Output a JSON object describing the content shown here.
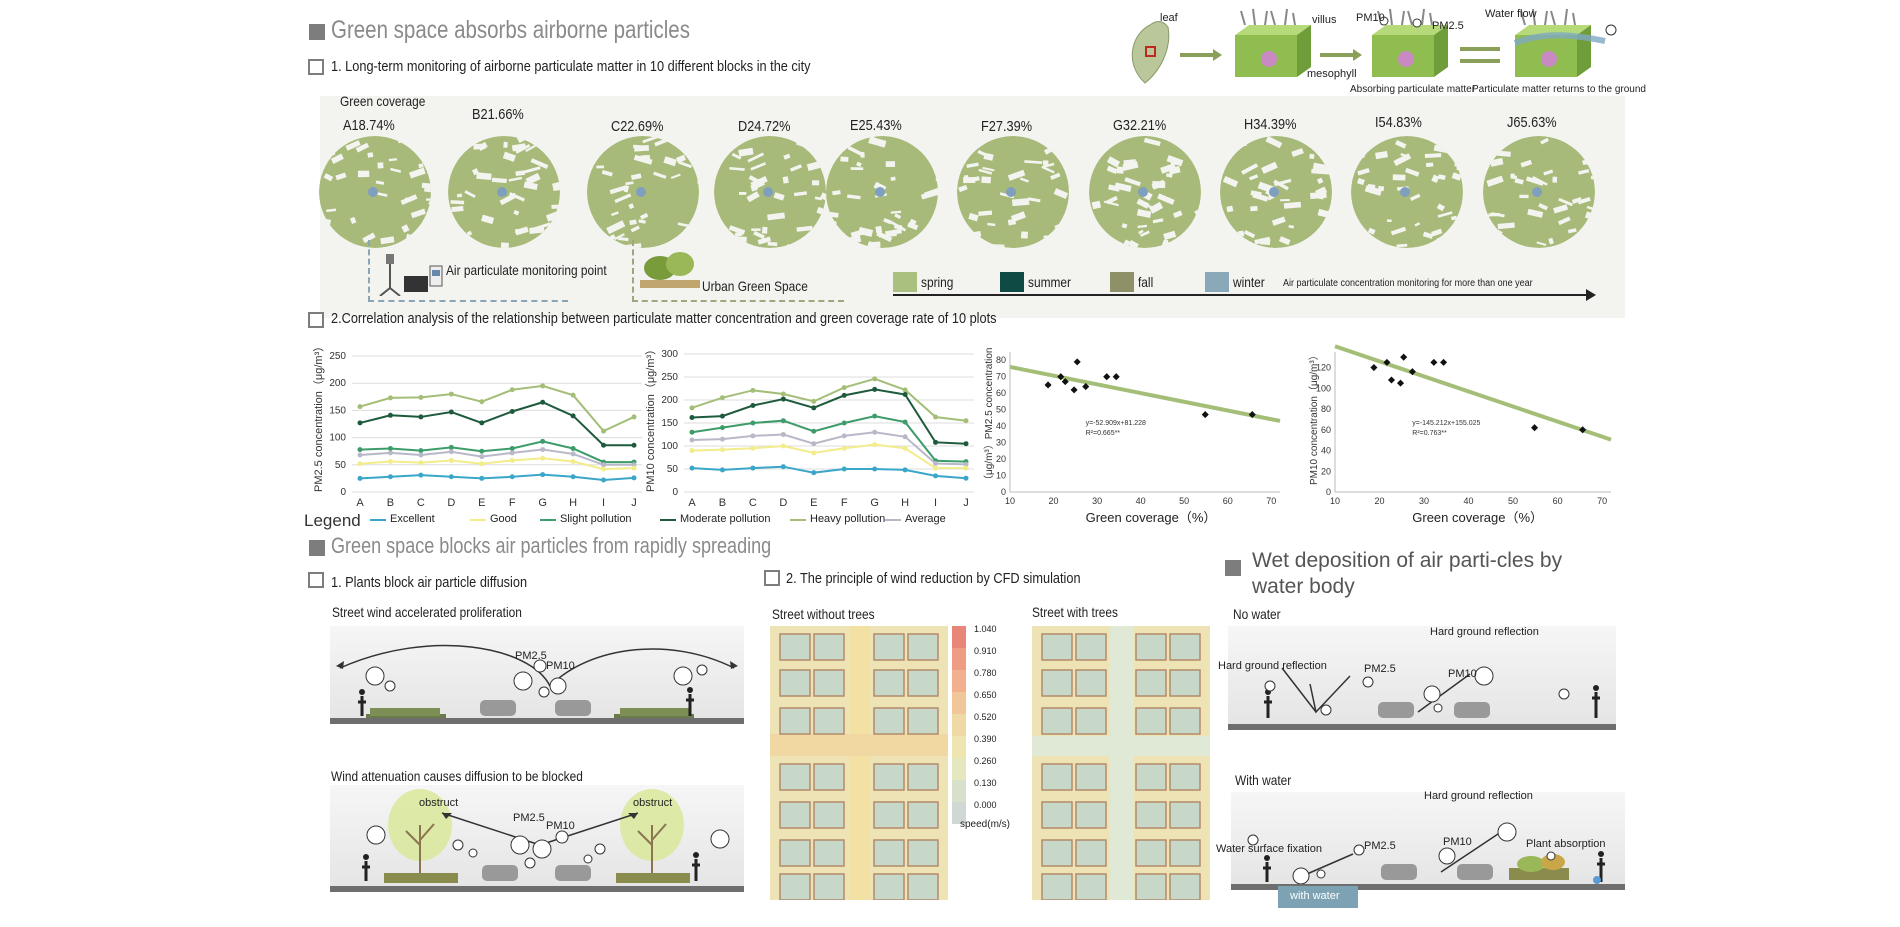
{
  "section1": {
    "title": "Green space absorbs airborne particles",
    "subtitle": "1. Long-term monitoring of airborne particulate matter in 10 different blocks in the city",
    "green_coverage_label": "Green coverage"
  },
  "blocks": [
    {
      "label": "A18.74%"
    },
    {
      "label": "B21.66%"
    },
    {
      "label": "C22.69%"
    },
    {
      "label": "D24.72%"
    },
    {
      "label": "E25.43%"
    },
    {
      "label": "F27.39%"
    },
    {
      "label": "G32.21%"
    },
    {
      "label": "H34.39%"
    },
    {
      "label": "I54.83%"
    },
    {
      "label": "J65.63%"
    }
  ],
  "leaf_diagram": {
    "leaf": "leaf",
    "villus": "villus",
    "mesophyll": "mesophyll",
    "pm10": "PM10",
    "pm25": "PM2.5",
    "water_flow": "Water flow",
    "absorbing": "Absorbing particulate matter",
    "returns": "Particulate matter returns to the ground"
  },
  "monitoring": {
    "point": "Air particulate monitoring point",
    "urban": "Urban Green Space",
    "seasons": [
      {
        "name": "spring",
        "color": "#a9c07e"
      },
      {
        "name": "summer",
        "color": "#0f4a45"
      },
      {
        "name": "fall",
        "color": "#8e9067"
      },
      {
        "name": "winter",
        "color": "#8aa9b8"
      }
    ],
    "timeline": "Air particulate concentration monitoring for more than one year"
  },
  "section2": {
    "subtitle": "2.Correlation analysis of the relationship between particulate matter concentration and green coverage rate of 10 plots"
  },
  "legend": {
    "title": "Legend",
    "items": [
      {
        "name": "Excellent",
        "color": "#3aa6c9"
      },
      {
        "name": "Good",
        "color": "#f2ec8a"
      },
      {
        "name": "Slight pollution",
        "color": "#3d9c6a"
      },
      {
        "name": "Moderate pollution",
        "color": "#1e5a3c"
      },
      {
        "name": "Heavy pollution",
        "color": "#a4be78"
      },
      {
        "name": "Average",
        "color": "#b8b8c8"
      }
    ]
  },
  "chart_data": [
    {
      "type": "line",
      "ylabel": "PM2.5 concentration（μg/m³）",
      "categories": [
        "A",
        "B",
        "C",
        "D",
        "E",
        "F",
        "G",
        "H",
        "I",
        "J"
      ],
      "ylim": [
        0,
        250
      ],
      "yticks": [
        0,
        50,
        100,
        150,
        200,
        250
      ],
      "series": [
        {
          "name": "Heavy pollution",
          "values": [
            157,
            173,
            174,
            180,
            166,
            188,
            195,
            178,
            112,
            138
          ]
        },
        {
          "name": "Moderate pollution",
          "values": [
            127,
            141,
            138,
            147,
            127,
            148,
            165,
            140,
            86,
            86
          ]
        },
        {
          "name": "Slight pollution",
          "values": [
            78,
            80,
            76,
            82,
            75,
            80,
            93,
            80,
            55,
            55
          ]
        },
        {
          "name": "Average",
          "values": [
            68,
            72,
            68,
            74,
            65,
            72,
            78,
            70,
            50,
            50
          ]
        },
        {
          "name": "Good",
          "values": [
            52,
            56,
            54,
            58,
            52,
            58,
            62,
            56,
            42,
            44
          ]
        },
        {
          "name": "Excellent",
          "values": [
            25,
            28,
            31,
            28,
            25,
            28,
            32,
            28,
            22,
            26
          ]
        }
      ]
    },
    {
      "type": "line",
      "ylabel": "PM10 concentration（μg/m³）",
      "categories": [
        "A",
        "B",
        "C",
        "D",
        "E",
        "F",
        "G",
        "H",
        "I",
        "J"
      ],
      "ylim": [
        0,
        300
      ],
      "yticks": [
        0,
        50,
        100,
        150,
        200,
        250,
        300
      ],
      "series": [
        {
          "name": "Heavy pollution",
          "values": [
            183,
            205,
            221,
            213,
            197,
            227,
            246,
            222,
            163,
            155
          ]
        },
        {
          "name": "Moderate pollution",
          "values": [
            162,
            165,
            188,
            202,
            183,
            210,
            223,
            212,
            108,
            105
          ]
        },
        {
          "name": "Slight pollution",
          "values": [
            130,
            140,
            150,
            155,
            132,
            150,
            165,
            152,
            68,
            66
          ]
        },
        {
          "name": "Average",
          "values": [
            113,
            115,
            122,
            125,
            105,
            122,
            130,
            120,
            62,
            60
          ]
        },
        {
          "name": "Good",
          "values": [
            90,
            92,
            95,
            100,
            85,
            95,
            103,
            95,
            52,
            52
          ]
        },
        {
          "name": "Excellent",
          "values": [
            52,
            48,
            52,
            55,
            42,
            50,
            50,
            48,
            35,
            30
          ]
        }
      ]
    },
    {
      "type": "scatter",
      "ylabel": "（μg/m³）PM2.5 concentration",
      "xlabel": "Green coverage（%）",
      "xlim": [
        10,
        72
      ],
      "ylim": [
        0,
        85
      ],
      "xticks": [
        10,
        20,
        30,
        40,
        50,
        60,
        70
      ],
      "yticks": [
        0,
        10,
        20,
        30,
        40,
        50,
        60,
        70,
        80
      ],
      "x": [
        18.74,
        21.66,
        22.69,
        24.72,
        25.43,
        27.39,
        32.21,
        34.39,
        54.83,
        65.63
      ],
      "y": [
        65,
        70,
        67,
        62,
        79,
        64,
        70,
        70,
        47,
        47
      ],
      "fit": {
        "slope": -52.909,
        "intercept": 81.228
      },
      "equation": "y=-52.909x+81.228",
      "r2": "R²=0.665**"
    },
    {
      "type": "scatter",
      "ylabel": "PM10 concentration（μg/m³）",
      "xlabel": "Green coverage（%）",
      "xlim": [
        10,
        72
      ],
      "ylim": [
        0,
        135
      ],
      "xticks": [
        10,
        20,
        30,
        40,
        50,
        60,
        70
      ],
      "yticks": [
        0,
        20,
        40,
        60,
        80,
        100,
        120
      ],
      "x": [
        18.74,
        21.66,
        22.69,
        24.72,
        25.43,
        27.39,
        32.21,
        34.39,
        54.83,
        65.63
      ],
      "y": [
        120,
        125,
        108,
        105,
        130,
        116,
        125,
        125,
        62,
        60
      ],
      "fit": {
        "slope": -145.212,
        "intercept": 155.025
      },
      "equation": "y=-145.212x+155.025",
      "r2": "R²=0.763**"
    }
  ],
  "section3": {
    "title": "Green space blocks air particles from rapidly spreading",
    "sub1": "1. Plants block air particle diffusion",
    "sub2": "2. The principle of wind reduction by CFD simulation",
    "scene1_title": "Street wind accelerated proliferation",
    "scene2_title": "Wind attenuation causes diffusion to be blocked",
    "obstruct": "obstruct",
    "pm25": "PM2.5",
    "pm10": "PM10"
  },
  "cfd": {
    "left_title": "Street without trees",
    "right_title": "Street with trees",
    "unit": "speed(m/s)",
    "scale": [
      "1.040",
      "0.910",
      "0.780",
      "0.650",
      "0.520",
      "0.390",
      "0.260",
      "0.130",
      "0.000"
    ]
  },
  "section4": {
    "title": "Wet deposition of air parti-cles by water body",
    "no_water": "No water",
    "with_water": "With water",
    "hard_reflection": "Hard ground reflection",
    "pm25": "PM2.5",
    "pm10": "PM10",
    "water_fix": "Water surface fixation",
    "plant_abs": "Plant absorption",
    "water_tag": "with water"
  }
}
